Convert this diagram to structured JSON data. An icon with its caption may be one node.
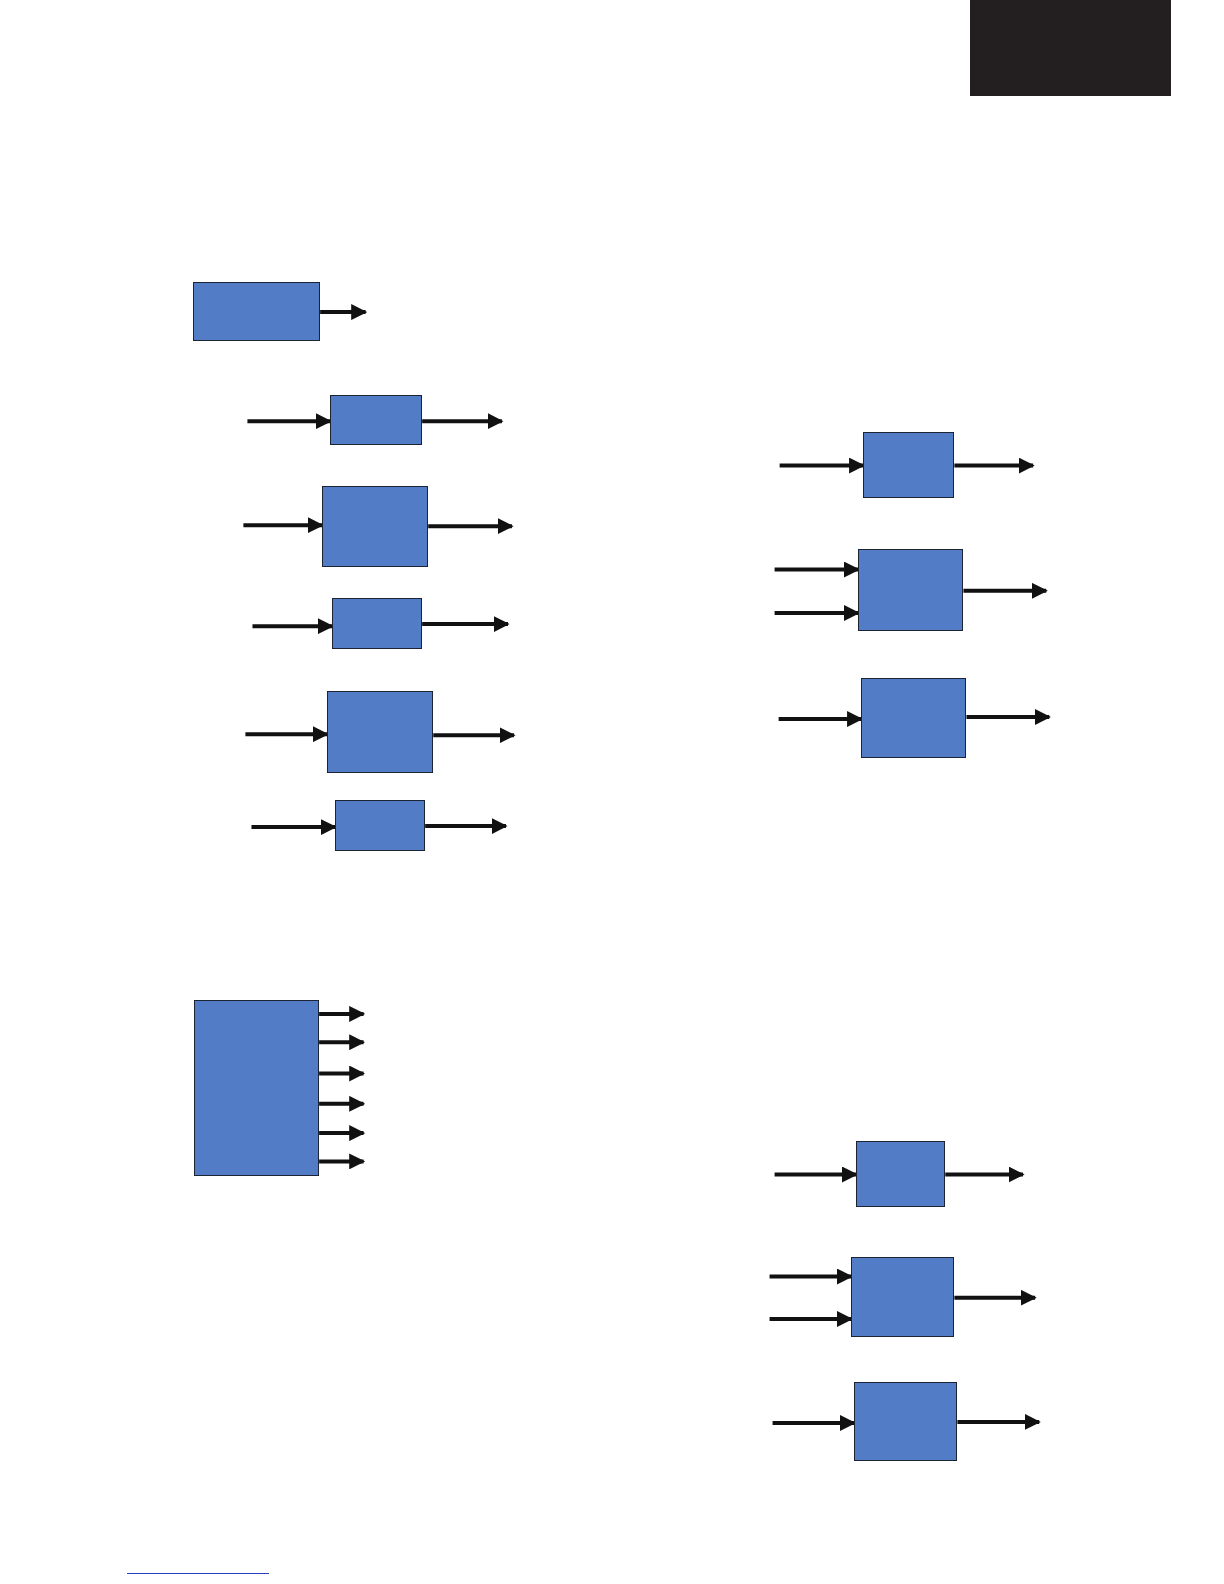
{
  "diagram": {
    "nodes": [
      {
        "text": [],
        "shape": "box"
      },
      {
        "text": [],
        "shape": "box"
      },
      {
        "text": [],
        "shape": "box"
      },
      {
        "text": [],
        "shape": "box"
      },
      {
        "text": [],
        "shape": "box"
      },
      {
        "text": [],
        "shape": "box"
      },
      {
        "text": [],
        "shape": "box"
      },
      {
        "text": [],
        "shape": "box"
      },
      {
        "text": [],
        "shape": "box"
      },
      {
        "text": [],
        "shape": "box"
      },
      {
        "text": [],
        "shape": "box"
      },
      {
        "text": [],
        "shape": "box"
      },
      {
        "text": [],
        "shape": "box"
      },
      {
        "text": [],
        "shape": "box"
      }
    ],
    "edges": [
      {
        "from": 1,
        "to": null,
        "arrow": "to"
      },
      {
        "from": null,
        "to": 2,
        "arrow": "to"
      },
      {
        "from": 2,
        "to": null,
        "arrow": "to"
      },
      {
        "from": null,
        "to": 3,
        "arrow": "to"
      },
      {
        "from": 3,
        "to": null,
        "arrow": "to"
      },
      {
        "from": null,
        "to": 4,
        "arrow": "to"
      },
      {
        "from": 4,
        "to": null,
        "arrow": "to"
      },
      {
        "from": null,
        "to": 5,
        "arrow": "to"
      },
      {
        "from": 5,
        "to": null,
        "arrow": "to"
      },
      {
        "from": null,
        "to": 6,
        "arrow": "to"
      },
      {
        "from": 6,
        "to": null,
        "arrow": "to"
      },
      {
        "from": 7,
        "to": null,
        "arrow": "to"
      },
      {
        "from": 7,
        "to": null,
        "arrow": "to"
      },
      {
        "from": 7,
        "to": null,
        "arrow": "to"
      },
      {
        "from": 7,
        "to": null,
        "arrow": "to"
      },
      {
        "from": 7,
        "to": null,
        "arrow": "to"
      },
      {
        "from": 7,
        "to": null,
        "arrow": "to"
      },
      {
        "from": null,
        "to": 8,
        "arrow": "to"
      },
      {
        "from": 8,
        "to": null,
        "arrow": "to"
      },
      {
        "from": null,
        "to": 9,
        "arrow": "to"
      },
      {
        "from": null,
        "to": 9,
        "arrow": "to"
      },
      {
        "from": 9,
        "to": null,
        "arrow": "to"
      },
      {
        "from": null,
        "to": 10,
        "arrow": "to"
      },
      {
        "from": 10,
        "to": null,
        "arrow": "to"
      },
      {
        "from": null,
        "to": 11,
        "arrow": "to"
      },
      {
        "from": 11,
        "to": null,
        "arrow": "to"
      },
      {
        "from": null,
        "to": 12,
        "arrow": "to"
      },
      {
        "from": null,
        "to": 12,
        "arrow": "to"
      },
      {
        "from": 12,
        "to": null,
        "arrow": "to"
      },
      {
        "from": null,
        "to": 13,
        "arrow": "to"
      },
      {
        "from": 13,
        "to": null,
        "arrow": "to"
      }
    ]
  }
}
